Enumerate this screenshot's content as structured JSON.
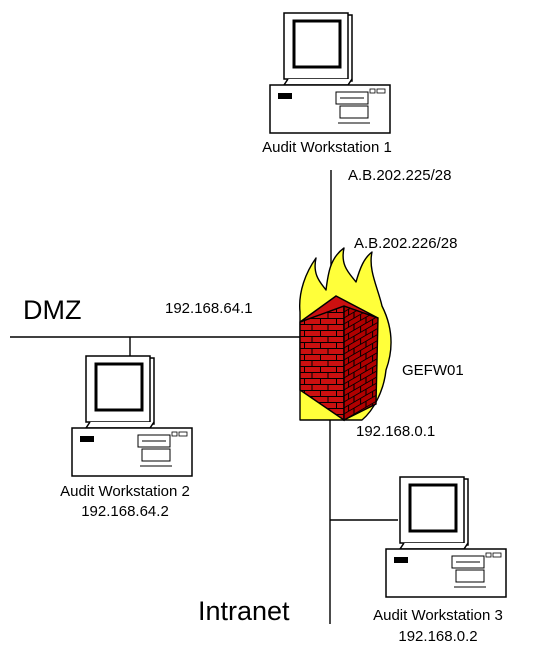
{
  "network": {
    "workstation1": {
      "name": "Audit Workstation 1",
      "ip_outside": "A.B.202.225/28"
    },
    "firewall": {
      "name": "GEFW01",
      "ip_external": "A.B.202.226/28",
      "ip_dmz": "192.168.64.1",
      "ip_internal": "192.168.0.1"
    },
    "dmz": {
      "label": "DMZ"
    },
    "intranet": {
      "label": "Intranet"
    },
    "workstation2": {
      "name": "Audit Workstation 2",
      "ip": "192.168.64.2"
    },
    "workstation3": {
      "name": "Audit Workstation 3",
      "ip": "192.168.0.2"
    }
  }
}
